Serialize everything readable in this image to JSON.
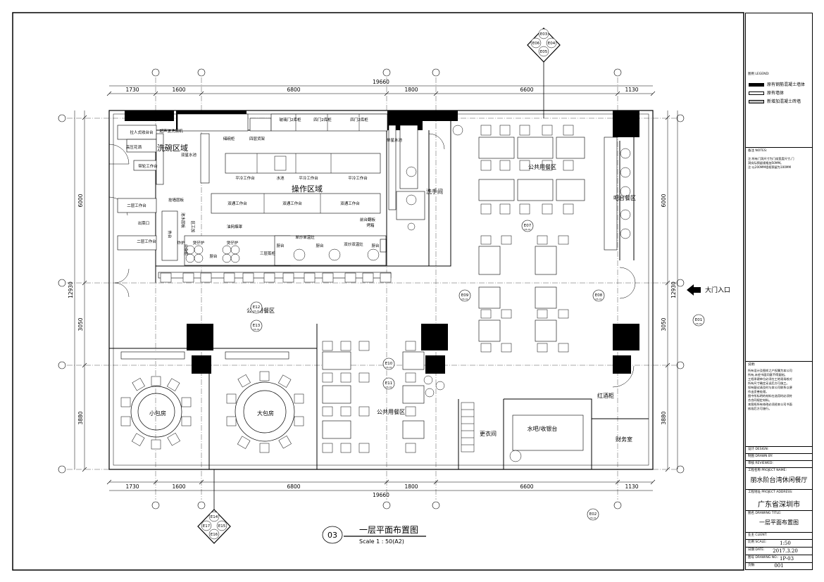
{
  "dims": {
    "top": [
      "1730",
      "1600",
      "6800",
      "1800",
      "6600",
      "1130"
    ],
    "top_total": "19660",
    "bottom": [
      "1730",
      "1600",
      "6800",
      "1800",
      "6600",
      "1130"
    ],
    "bottom_total": "19660",
    "left": [
      "6000",
      "3050",
      "3880"
    ],
    "left_total": "12930",
    "right": [
      "6000",
      "3050",
      "3880"
    ],
    "right_total": "12930"
  },
  "zones": {
    "dishwash": "洗碗区域",
    "operation": "操作区域",
    "public_left": "公共用餐区",
    "public_right_top": "公共用餐区",
    "public_center": "公共用餐区",
    "bar": "吧台餐区",
    "small_room": "小包房",
    "big_room": "大包房",
    "washroom": "洗手间",
    "water_bar": "水吧/收银台",
    "finance": "财务室",
    "wine": "红酒柜",
    "changing": "更衣间",
    "entrance": "大门入口"
  },
  "equipment": {
    "hood_label": "油网烟罩",
    "fridge_1": "玻璃门2库柜",
    "fridge_2": "四门2库柜",
    "fridge_3": "四门2库柜",
    "shelf": "四层货架",
    "cabinet": "储碗柜",
    "sink_single": "单星水池",
    "basin_label": "水池",
    "dishwasher": "超声波洗碗机",
    "prewash": "拉人式收台台",
    "hp_gun": "高压花洒",
    "wheel_table": "带轮工作台",
    "double_sink": "双星水池",
    "cold_table_1": "平冷工作台",
    "cold_table_2": "平冷工作台",
    "cold_table_3": "平冷工作台",
    "work_table_1": "双通工作台",
    "work_table_2": "双通工作台",
    "work_table_3": "双通工作台",
    "griddle": "前台翻板",
    "oven": "烤箱",
    "rack_1": "二层工作台",
    "rack_2": "二层工作台",
    "out_dish": "出菜口",
    "wall_shelf": "挂墙层板",
    "cooking": "炸炉",
    "stove_1": "煲仔炉",
    "stove_2": "煲仔炉",
    "cooking_table": "厨台",
    "steamer": "三层蒸柜",
    "wok_1": "单炒单温灶",
    "wok_2": "双炒双温灶",
    "side_1": "厨台",
    "side_2": "厨台",
    "side_3": "厨台",
    "vertical_1": "区工加",
    "vertical_2": "池水层板",
    "vertical_3": "台杂柜",
    "vertical_4": "热台"
  },
  "elevations": {
    "top": [
      "E03",
      "E06",
      "E04",
      "E05"
    ],
    "bottom": [
      "E14",
      "E17",
      "E15",
      "E16"
    ],
    "e07": "E07",
    "e08": "E08",
    "e09": "E09",
    "e10": "E10",
    "e11": "E11",
    "e12": "E12",
    "e13": "E13",
    "e01": "E01",
    "e02": "E02",
    "sub": "DS-01"
  },
  "title": {
    "number": "03",
    "name": "一层平面布置图",
    "scale": "Scale 1 : 50(A2)"
  },
  "title_block": {
    "legend_title": "图例 LEGEND:",
    "legend": [
      {
        "label": "原有钢筋混凝土墙体",
        "fill": "#000000"
      },
      {
        "label": "原有墙体",
        "fill": "#ffffff"
      },
      {
        "label": "新增加混凝土砖墙",
        "fill": "#bdbdbd"
      }
    ],
    "notes_title": "备注 NOTES:",
    "notes": [
      "注:所有门洞尺寸为门扇宽度尺寸,门",
      "洞实际预留规格加50MM。",
      "注:以200MM墙框预留为100MM"
    ],
    "statement_title": "说明:",
    "statement": [
      "所有设计及图样之产权属为本公司",
      "所有,未经书面同意不得复制。",
      "工程承建单位必须在工地现场校对",
      "所有尺寸确定无误后方可施工。",
      "如有疑议请及时与本公司联系以便",
      "作出妥善处理。",
      "图中所标明的材料在选用时必须符",
      "合合同规定材料。",
      "本图纸所有修改必须经本公司书面",
      "核准后方可施行。"
    ],
    "design_label": "设计 DESIGN:",
    "drawn_label": "制图 DRAWN BY:",
    "review_label": "审核 REVIEWED:",
    "project_label": "工程名称 PROJECT NAME:",
    "project_name": "丽水阶台湾休闲餐厅",
    "address_label": "工程地址 PROJECT ADDRESS:",
    "address": "广东省深圳市",
    "drawing_title_label": "图名 DRAWING TITLE:",
    "drawing_title": "一层平面布置图",
    "client_label": "业主 CLIENT:",
    "scale_label": "比例 SCALE:",
    "scale": "1:50",
    "date_label": "日期 DATE:",
    "date": "2017.3.20",
    "drawing_no_label": "图号 DRAWING NO.:",
    "drawing_no": "1P-03",
    "sheet_label": "页数:",
    "sheet": "001"
  }
}
